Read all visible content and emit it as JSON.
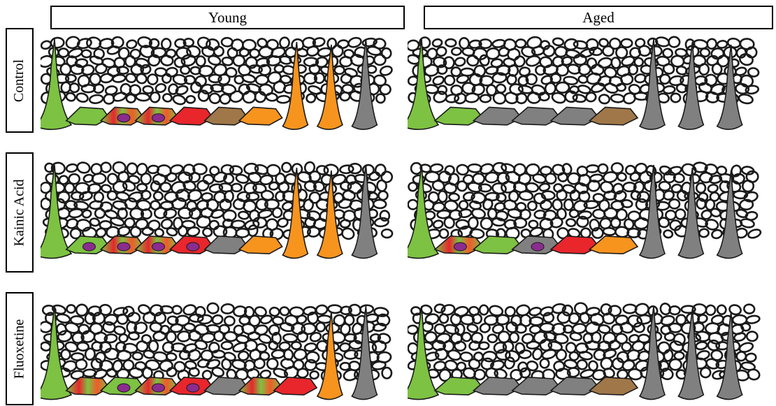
{
  "columns": [
    "Young",
    "Aged"
  ],
  "rows": [
    "Control",
    "Kainic Acid",
    "Fluoxetine"
  ],
  "colors": {
    "radial_glia": "#7dc242",
    "mixed_stage": "mixed",
    "red_stage": "#e8262b",
    "brown_stage": "#a07748",
    "orange_neuron": "#f7941e",
    "gray_cell": "#808080",
    "nucleus": "#8b2c8f",
    "outline": "#1a1a1a"
  },
  "panels": [
    {
      "row": "Control",
      "column": "Young",
      "cells": [
        "green-rg",
        "green",
        "mixed-n",
        "mixed-n",
        "red",
        "brown",
        "orange-flat",
        "orange-rg",
        "orange-rg",
        "gray-rg"
      ]
    },
    {
      "row": "Control",
      "column": "Aged",
      "cells": [
        "green-rg",
        "green",
        "gray",
        "gray",
        "gray",
        "brown",
        "gray-rg",
        "gray-rg",
        "gray-rg"
      ]
    },
    {
      "row": "Kainic Acid",
      "column": "Young",
      "cells": [
        "green-rg",
        "green-n",
        "mixed-n",
        "mixed-n",
        "red-n",
        "gray",
        "orange-flat",
        "orange-rg",
        "orange-rg",
        "gray-rg"
      ]
    },
    {
      "row": "Kainic Acid",
      "column": "Aged",
      "cells": [
        "green-rg",
        "mixed-n",
        "green",
        "gray-n",
        "red",
        "orange",
        "gray-rg",
        "gray-rg",
        "gray-rg"
      ]
    },
    {
      "row": "Fluoxetine",
      "column": "Young",
      "cells": [
        "green-rg",
        "mixed",
        "green-n",
        "mixed-n",
        "red-n",
        "gray",
        "mixed",
        "red",
        "orange-rg",
        "gray-rg"
      ]
    },
    {
      "row": "Fluoxetine",
      "column": "Aged",
      "cells": [
        "green-rg",
        "green",
        "gray",
        "gray",
        "gray",
        "brown",
        "gray-rg",
        "gray-rg",
        "gray-rg"
      ]
    }
  ]
}
